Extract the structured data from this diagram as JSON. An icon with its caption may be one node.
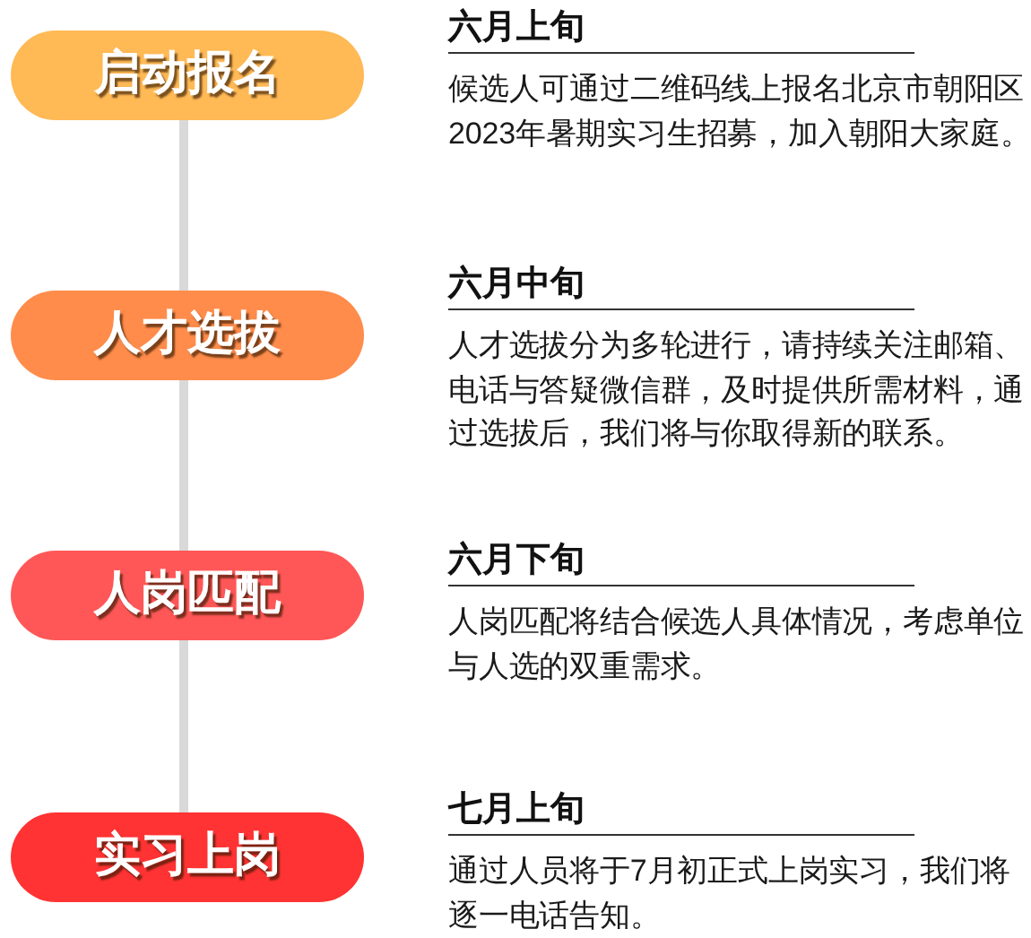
{
  "diagram": {
    "nodes": [
      {
        "text": [
          "启动报名"
        ],
        "beside": [
          "六月上旬",
          "候选人可通过二维码线上报名北京市朝阳区2023年暑期实习生招募，加入朝阳大家庭。"
        ]
      },
      {
        "text": [
          "人才选拔"
        ],
        "beside": [
          "六月中旬",
          "人才选拔分为多轮进行，请持续关注邮箱、电话与答疑微信群，及时提供所需材料，通过选拔后，我们将与你取得新的联系。"
        ]
      },
      {
        "text": [
          "人岗匹配"
        ],
        "beside": [
          "六月下旬",
          "人岗匹配将结合候选人具体情况，考虑单位与人选的双重需求。"
        ]
      },
      {
        "text": [
          "实习上岗"
        ],
        "beside": [
          "七月上旬",
          "通过人员将于7月初正式上岗实习，我们将逐一电话告知。"
        ]
      }
    ],
    "edges": [
      {
        "from": 0,
        "to": 1,
        "arrow": "none"
      },
      {
        "from": 1,
        "to": 2,
        "arrow": "none"
      },
      {
        "from": 2,
        "to": 3,
        "arrow": "none"
      }
    ]
  }
}
